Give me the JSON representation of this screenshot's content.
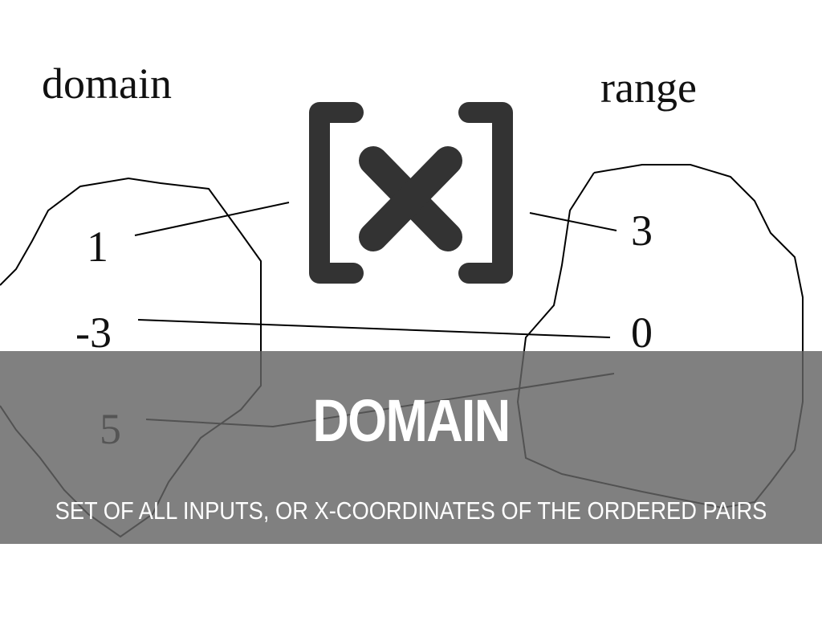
{
  "diagram": {
    "domain_label": "domain",
    "range_label": "range",
    "domain_values": [
      "1",
      "-3",
      "5"
    ],
    "range_values": [
      "3",
      "0"
    ],
    "mappings": [
      [
        "1",
        "3"
      ],
      [
        "-3",
        "0"
      ],
      [
        "5",
        "0"
      ]
    ]
  },
  "logo": {
    "icon": "bracket-x-logo",
    "text": "[x]",
    "color": "#333333"
  },
  "slide": {
    "title": "DOMAIN",
    "subtitle": "SET OF ALL INPUTS, OR X-COORDINATES OF THE ORDERED PAIRS"
  }
}
